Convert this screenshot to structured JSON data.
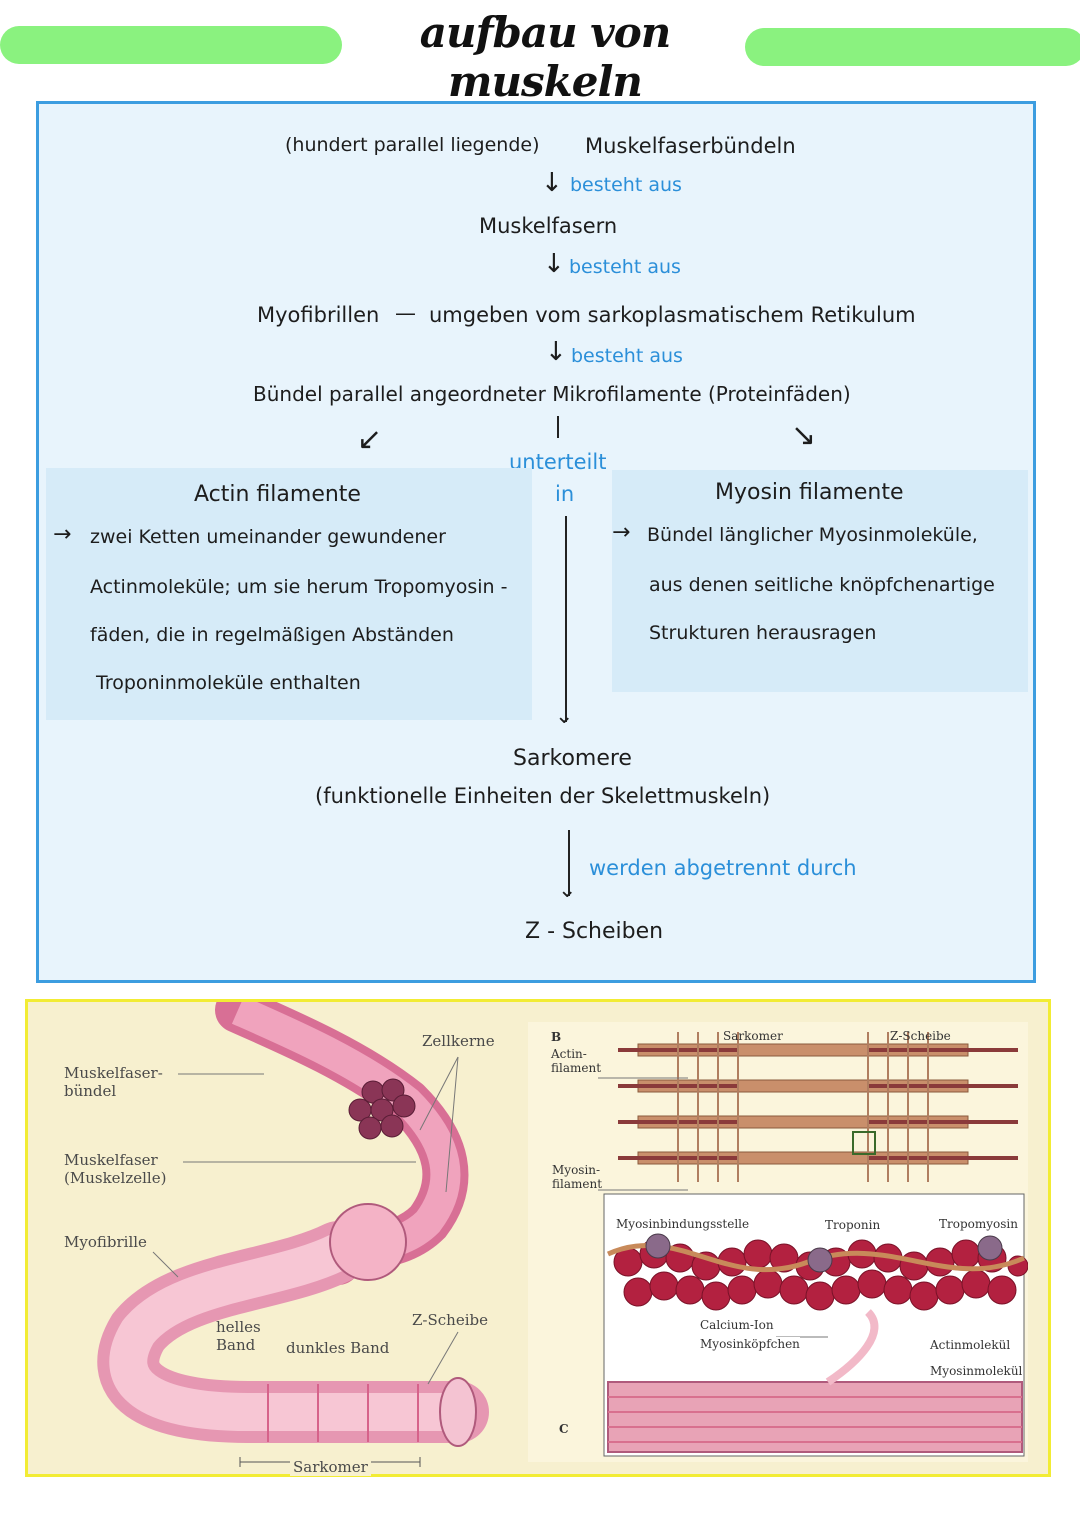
{
  "header": {
    "title": "aufbau von muskeln"
  },
  "flow": {
    "prefix": "(hundert parallel liegende)",
    "level1": "Muskelfaserbündeln",
    "rel1": "besteht aus",
    "level2": "Muskelfasern",
    "rel2": "besteht aus",
    "level3_left": "Myofibrillen",
    "level3_right": "umgeben vom sarkoplasmatischem Retikulum",
    "rel3": "besteht aus",
    "level4": "Bündel parallel angeordneter Mikrofilamente (Proteinfäden)",
    "split_line1": "unterteilt",
    "split_line2": "in",
    "actin": {
      "heading": "Actin filamente",
      "lines": [
        "zwei Ketten umeinander gewundener",
        "Actinmoleküle; um sie herum Tropomyosin -",
        "fäden, die in regelmäßigen Abständen",
        "Troponinmoleküle enthalten"
      ]
    },
    "myosin": {
      "heading": "Myosin filamente",
      "lines": [
        "Bündel länglicher Myosinmoleküle,",
        "aus denen seitliche knöpfchenartige",
        "Strukturen herausragen"
      ]
    },
    "level5": "Sarkomere",
    "level5_note": "(funktionelle Einheiten der Skelettmuskeln)",
    "rel5": "werden abgetrennt durch",
    "level6": "Z - Scheiben"
  },
  "figure_left": {
    "labels": {
      "muskelfaserbuendel": [
        "Muskelfaser-",
        "bündel"
      ],
      "muskelfaser": [
        "Muskelfaser",
        "(Muskelzelle)"
      ],
      "myofibrille": "Myofibrille",
      "zellkerne": "Zellkerne",
      "helles_band": [
        "helles",
        "Band"
      ],
      "dunkles_band": "dunkles Band",
      "z_scheibe": "Z-Scheibe",
      "sarkomer": "Sarkomer"
    }
  },
  "figure_right": {
    "panel_b": "B",
    "panel_c": "C",
    "labels": {
      "actin_filament": [
        "Actin-",
        "filament"
      ],
      "myosin_filament": [
        "Myosin-",
        "filament"
      ],
      "sarkomer": "Sarkomer",
      "z_scheibe": "Z-Scheibe",
      "myosinbindungsstelle": "Myosinbindungsstelle",
      "troponin": "Troponin",
      "tropomyosin": "Tropomyosin",
      "calcium_ion": "Calcium-Ion",
      "myosinkoepfchen": "Myosinköpfchen",
      "actinmolekuel": "Actinmolekül",
      "myosinmolekuel": "Myosinmolekül"
    }
  },
  "colors": {
    "highlight": "#8af27f",
    "box_border": "#3c9de0",
    "box_fill": "#e8f4fc",
    "relation_text": "#2b8fd9",
    "figure_border": "#f2ec34"
  }
}
